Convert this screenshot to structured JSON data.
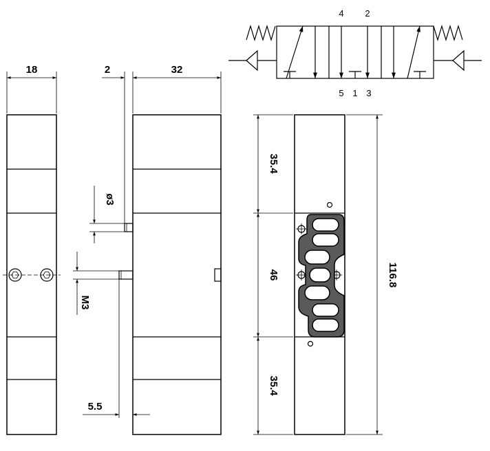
{
  "dimensions": {
    "width_side": "18",
    "gap": "2",
    "width_front": "32",
    "hole_diameter": "ø3",
    "thread": "M3",
    "pin_offset": "5.5",
    "upper_section": "35.4",
    "middle_section": "46",
    "lower_section": "35.4",
    "total_height": "116.8"
  },
  "symbol": {
    "ports_top": [
      "4",
      "2"
    ],
    "ports_bottom": [
      "5",
      "1",
      "3"
    ]
  }
}
